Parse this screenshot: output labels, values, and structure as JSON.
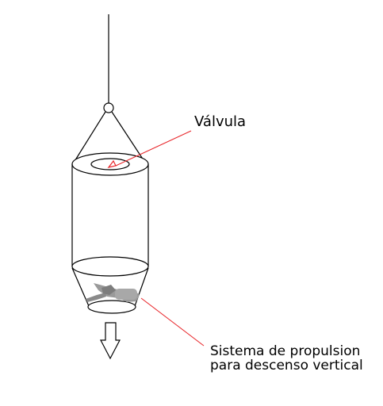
{
  "diagram": {
    "labels": {
      "valve": "Válvula",
      "propulsion_line1": "Sistema de propulsion",
      "propulsion_line2": "para descenso vertical"
    },
    "colors": {
      "outline": "#000000",
      "callout": "#e8262a",
      "thruster": "#9a9a9a"
    }
  }
}
